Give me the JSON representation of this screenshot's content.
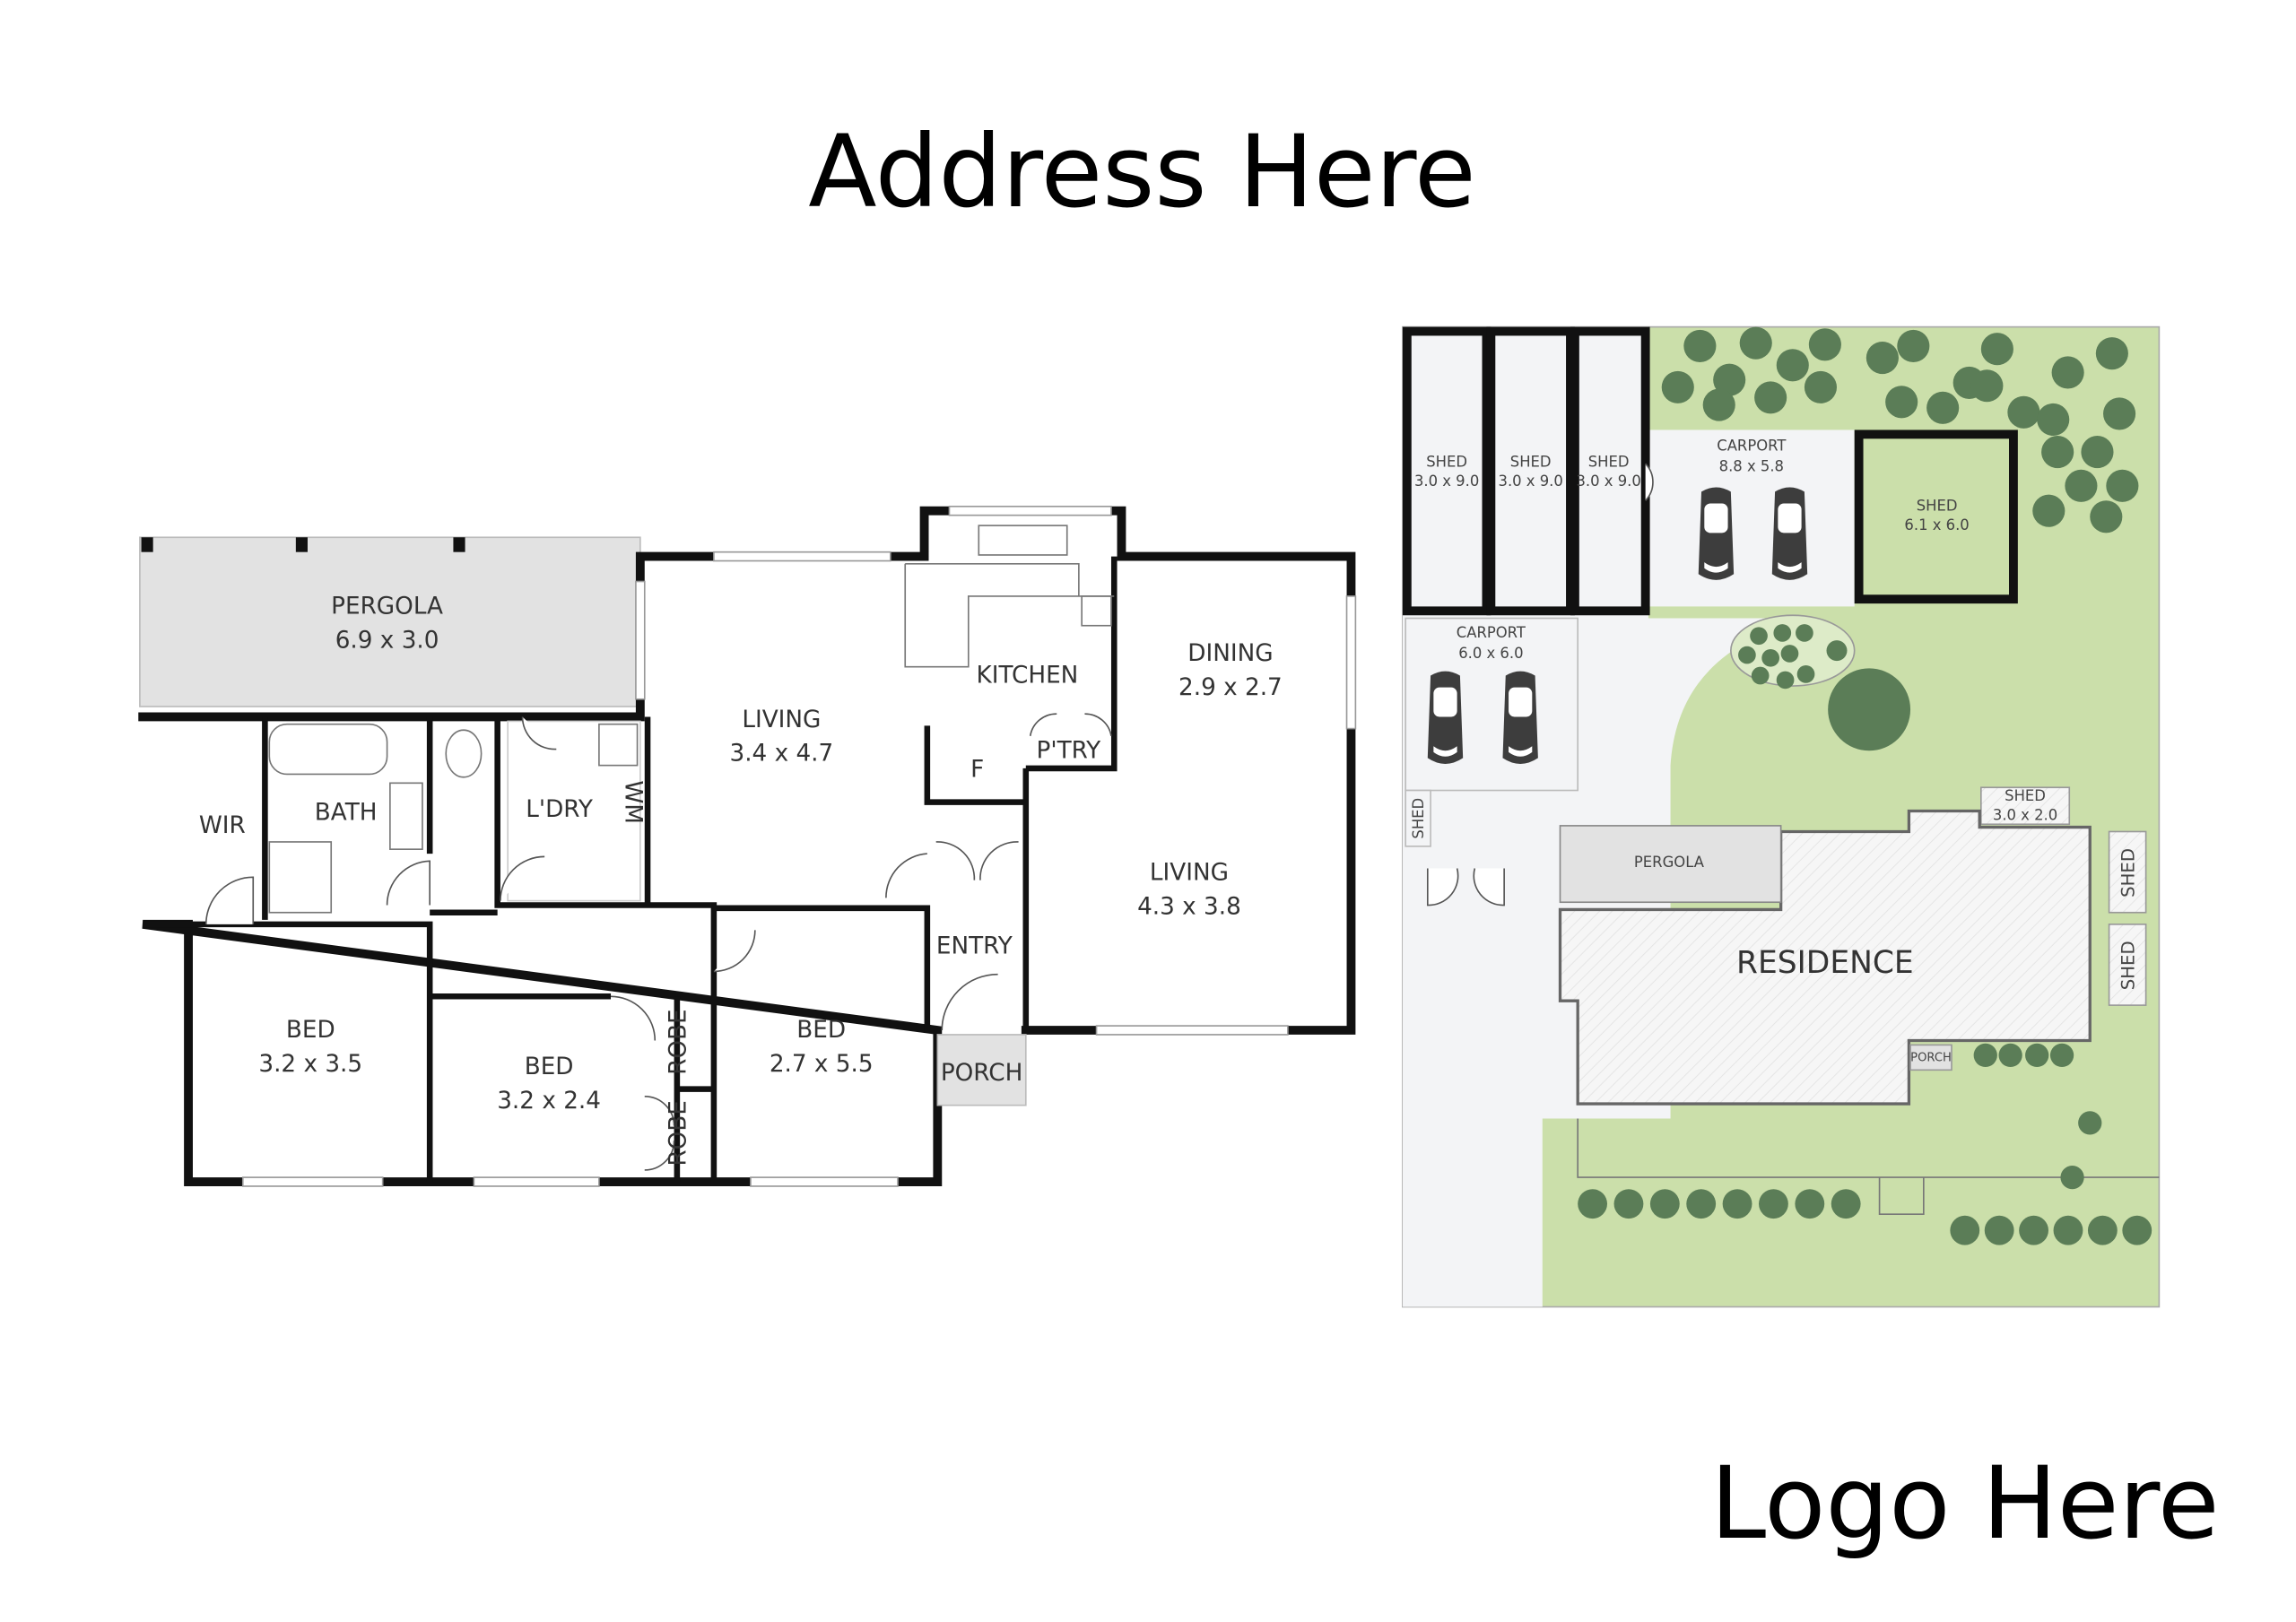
{
  "header": {
    "title": "Address Here"
  },
  "footer": {
    "logo": "Logo Here"
  },
  "floor_plan": {
    "pergola": {
      "name": "PERGOLA",
      "size": "6.9 x 3.0"
    },
    "living1": {
      "name": "LIVING",
      "size": "3.4 x 4.7"
    },
    "kitchen": {
      "name": "KITCHEN"
    },
    "dining": {
      "name": "DINING",
      "size": "2.9 x 2.7"
    },
    "fridge": {
      "name": "F"
    },
    "pantry": {
      "name": "P'TRY"
    },
    "living2": {
      "name": "LIVING",
      "size": "4.3 x 3.8"
    },
    "wir": {
      "name": "WIR"
    },
    "bath": {
      "name": "BATH"
    },
    "laundry": {
      "name": "L'DRY"
    },
    "wm": {
      "name": "WM"
    },
    "entry": {
      "name": "ENTRY"
    },
    "porch": {
      "name": "PORCH"
    },
    "bed1": {
      "name": "BED",
      "size": "3.2 x 3.5"
    },
    "bed2": {
      "name": "BED",
      "size": "3.2 x 2.4"
    },
    "bed3": {
      "name": "BED",
      "size": "2.7 x 5.5"
    },
    "robe1": {
      "name": "ROBE"
    },
    "robe2": {
      "name": "ROBE"
    }
  },
  "site_plan": {
    "shed1": {
      "name": "SHED",
      "size": "3.0 x 9.0"
    },
    "shed2": {
      "name": "SHED",
      "size": "3.0 x 9.0"
    },
    "shed3": {
      "name": "SHED",
      "size": "3.0 x 9.0"
    },
    "carport1": {
      "name": "CARPORT",
      "size": "8.8 x 5.8"
    },
    "shed4": {
      "name": "SHED",
      "size": "6.1 x 6.0"
    },
    "carport2": {
      "name": "CARPORT",
      "size": "6.0 x 6.0"
    },
    "shed_side": {
      "name": "SHED"
    },
    "pergola": {
      "name": "PERGOLA"
    },
    "residence": {
      "name": "RESIDENCE"
    },
    "porch": {
      "name": "PORCH"
    },
    "shed5": {
      "name": "SHED",
      "size": "3.0 x 2.0"
    },
    "shed6": {
      "name": "SHED"
    },
    "shed7": {
      "name": "SHED"
    }
  },
  "colors": {
    "lawn": "#cbdfaa",
    "tree": "#5b7d57",
    "paving": "#f3f4f6",
    "pergola": "#e2e2e2",
    "wall": "#111111"
  }
}
